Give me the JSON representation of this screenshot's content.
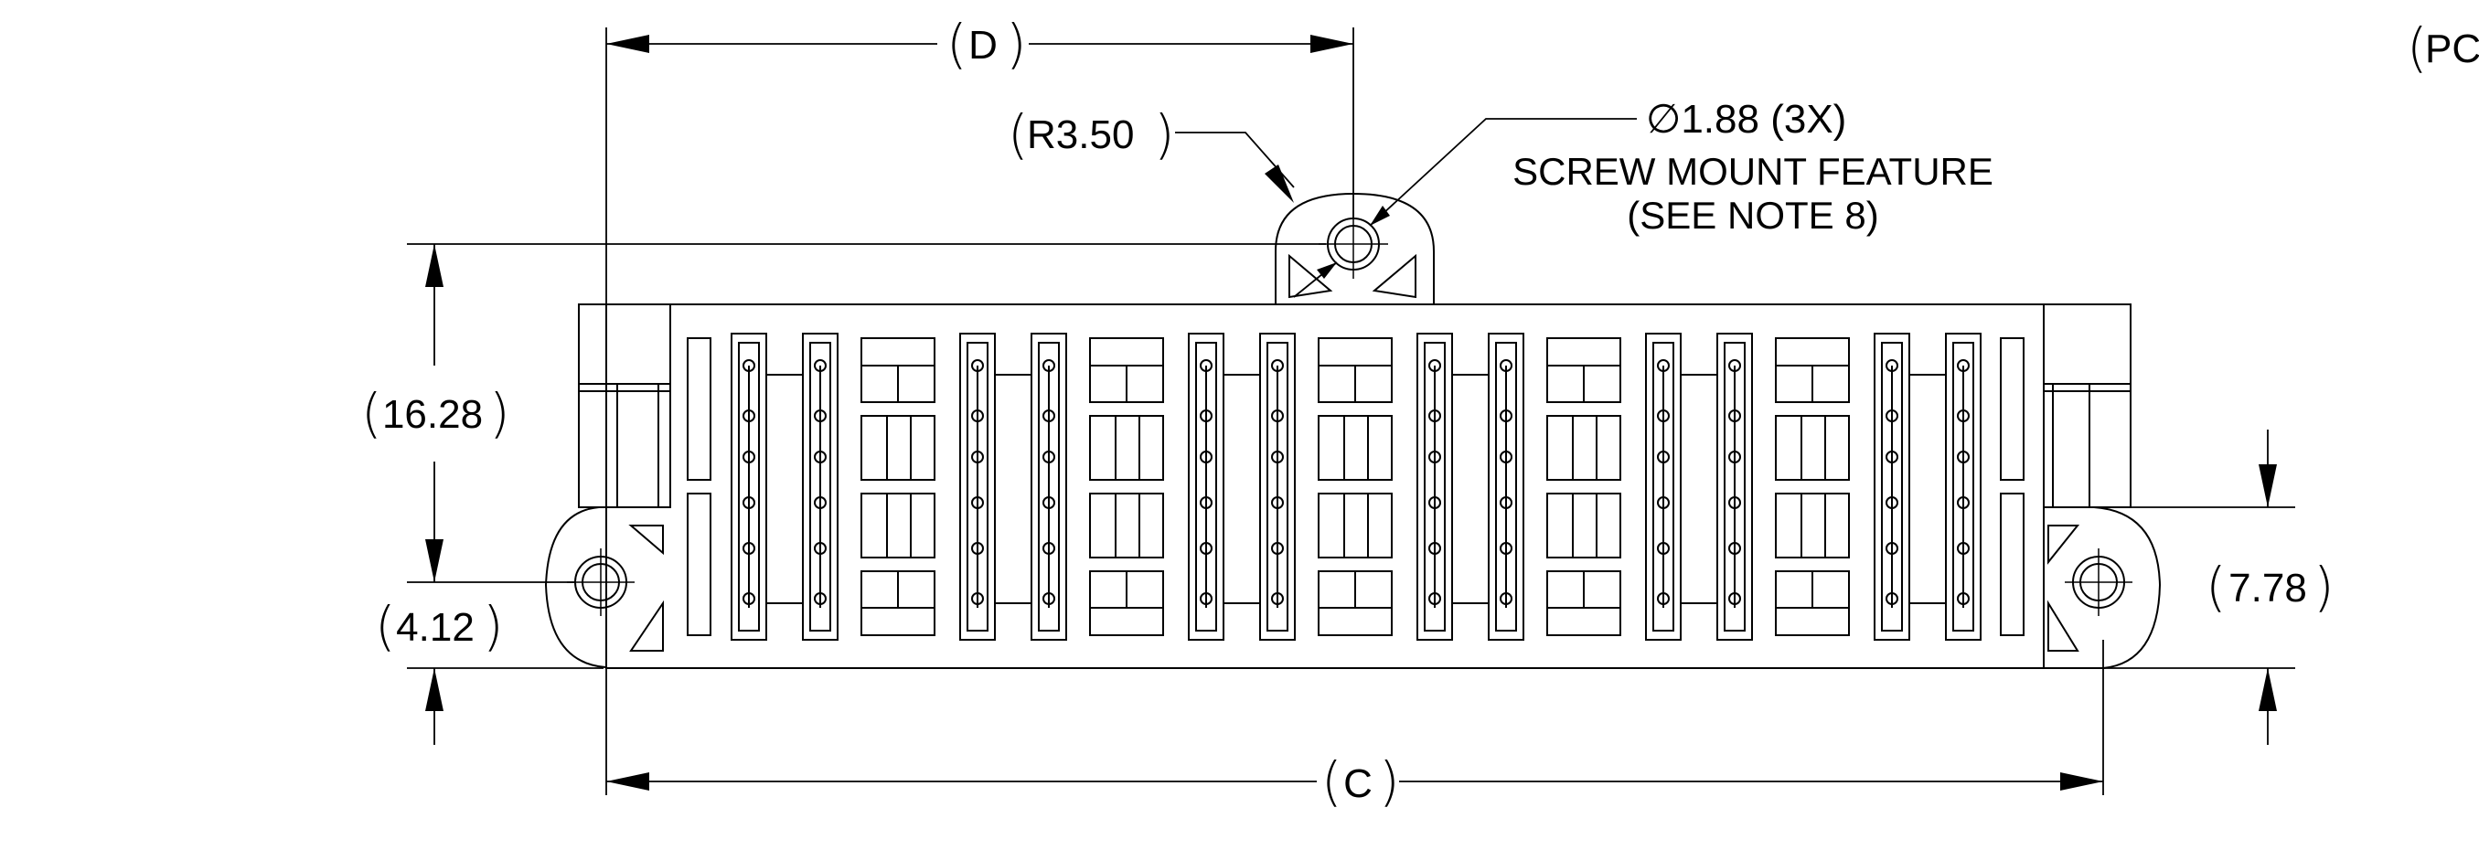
{
  "labels": {
    "d": "D",
    "c": "C",
    "radius": "R3.50",
    "hole_dia": "∅1.88 (3X)",
    "screw_feature": "SCREW MOUNT FEATURE",
    "see_note": "(SEE NOTE 8)",
    "height": "16.28",
    "ear_height": "4.12",
    "right_height": "7.78",
    "pc_partial": "PC"
  },
  "colors": {
    "line": "#000000",
    "background": "#ffffff"
  }
}
